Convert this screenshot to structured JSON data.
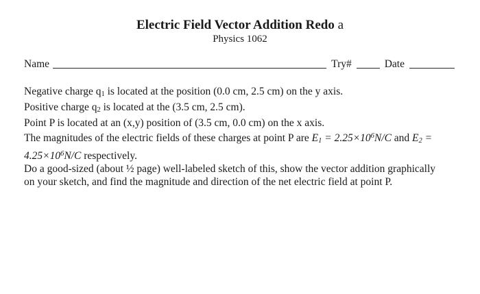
{
  "colors": {
    "background": "#ffffff",
    "text": "#1a1a1a",
    "rule": "#2a2a2a"
  },
  "header": {
    "title_bold": "Electric Field Vector Addition Redo",
    "title_suffix": " a",
    "subtitle": "Physics 1062"
  },
  "form": {
    "name_label": "Name",
    "name_value": "",
    "try_label": "Try#",
    "try_value": "",
    "date_label": "Date",
    "date_value": ""
  },
  "body": {
    "lines": [
      [
        {
          "t": "Negative charge q",
          "s": "n"
        },
        {
          "t": "1",
          "s": "sub"
        },
        {
          "t": " is located at the position (0.0 cm, 2.5 cm) on the y axis.",
          "s": "n"
        }
      ],
      [
        {
          "t": "Positive charge q",
          "s": "n"
        },
        {
          "t": "2",
          "s": "sub"
        },
        {
          "t": " is located at the (3.5 cm, 2.5 cm).",
          "s": "n"
        }
      ],
      [
        {
          "t": "Point P is located at an (x,y) position of (3.5 cm, 0.0 cm) on the x axis.",
          "s": "n"
        }
      ],
      [
        {
          "t": "The magnitudes of the electric fields of these charges at point P are ",
          "s": "n"
        },
        {
          "t": "E",
          "s": "i"
        },
        {
          "t": "1",
          "s": "isub"
        },
        {
          "t": " = 2.25×10",
          "s": "i"
        },
        {
          "t": "6",
          "s": "isup"
        },
        {
          "t": "N/C",
          "s": "i"
        },
        {
          "t": " and ",
          "s": "n"
        },
        {
          "t": "E",
          "s": "i"
        },
        {
          "t": "2",
          "s": "isub"
        },
        {
          "t": " =",
          "s": "i"
        }
      ],
      [
        {
          "t": "4.25×10",
          "s": "i"
        },
        {
          "t": "6",
          "s": "isup"
        },
        {
          "t": "N/C",
          "s": "i"
        },
        {
          "t": " respectively.",
          "s": "n"
        }
      ],
      [
        {
          "t": "Do a good-sized (about ½ page) well-labeled sketch of this, show the vector addition graphically",
          "s": "n"
        }
      ],
      [
        {
          "t": "on your sketch, and find the magnitude and direction of the net electric field at point P.",
          "s": "n"
        }
      ]
    ]
  }
}
